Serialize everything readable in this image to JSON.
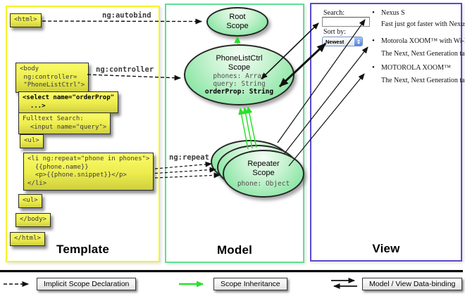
{
  "panels": {
    "template": {
      "label": "Template"
    },
    "model": {
      "label": "Model"
    },
    "view": {
      "label": "View"
    }
  },
  "template": {
    "boxes": {
      "html_open": "<html>",
      "body_open": "<body\n ng:controller=\n \"PhoneListCtrl\">",
      "select": "<select name=\"orderProp\"\n  ...>",
      "fulltext": "Fulltext Search:\n  <input name=\"query\">",
      "ul_open": "<ul>",
      "li_repeat": "<li ng:repeat=\"phone in phones\">\n  {{phone.name}}\n  <p>{{phone.snippet}}</p>\n</li>",
      "ul_close": "<ul>",
      "body_close": "</body>",
      "html_close": "</html>"
    },
    "labels": {
      "autobind": "ng:autobind",
      "controller": "ng:controller",
      "repeat": "ng:repeat"
    }
  },
  "model": {
    "root_scope": {
      "title": "Root\nScope"
    },
    "phonelist_scope": {
      "title": "PhoneListCtrl\nScope",
      "props": [
        "phones: Array",
        "query: String"
      ],
      "bold_prop": "orderProp: String"
    },
    "repeater_scope": {
      "title": "Repeater\nScope",
      "prop": "phone: Object"
    }
  },
  "view": {
    "search_label": "Search:",
    "search_value": "",
    "sort_label": "Sort by:",
    "sort_value": "Newest",
    "items": [
      {
        "title": "Nexus S",
        "desc": "Fast just got faster with Nexus S."
      },
      {
        "title": "Motorola XOOM™ with Wi-Fi",
        "desc": "The Next, Next Generation tablet."
      },
      {
        "title": "MOTOROLA XOOM™",
        "desc": "The Next, Next Generation tablet."
      }
    ]
  },
  "legend": [
    {
      "label": "Implicit Scope Declaration",
      "arrow": "dashed-black"
    },
    {
      "label": "Scope Inheritance",
      "arrow": "solid-green"
    },
    {
      "label": "Model / View Data-binding",
      "arrow": "double-black"
    }
  ],
  "colors": {
    "template_border": "#f4f42a",
    "model_border": "#5ee093",
    "view_border": "#5a49d2",
    "code_box": "#ecec4e",
    "scope_fill": "#9ce9b1",
    "inheritance_arrow": "#2ae02a",
    "arrow_black": "#111111"
  }
}
